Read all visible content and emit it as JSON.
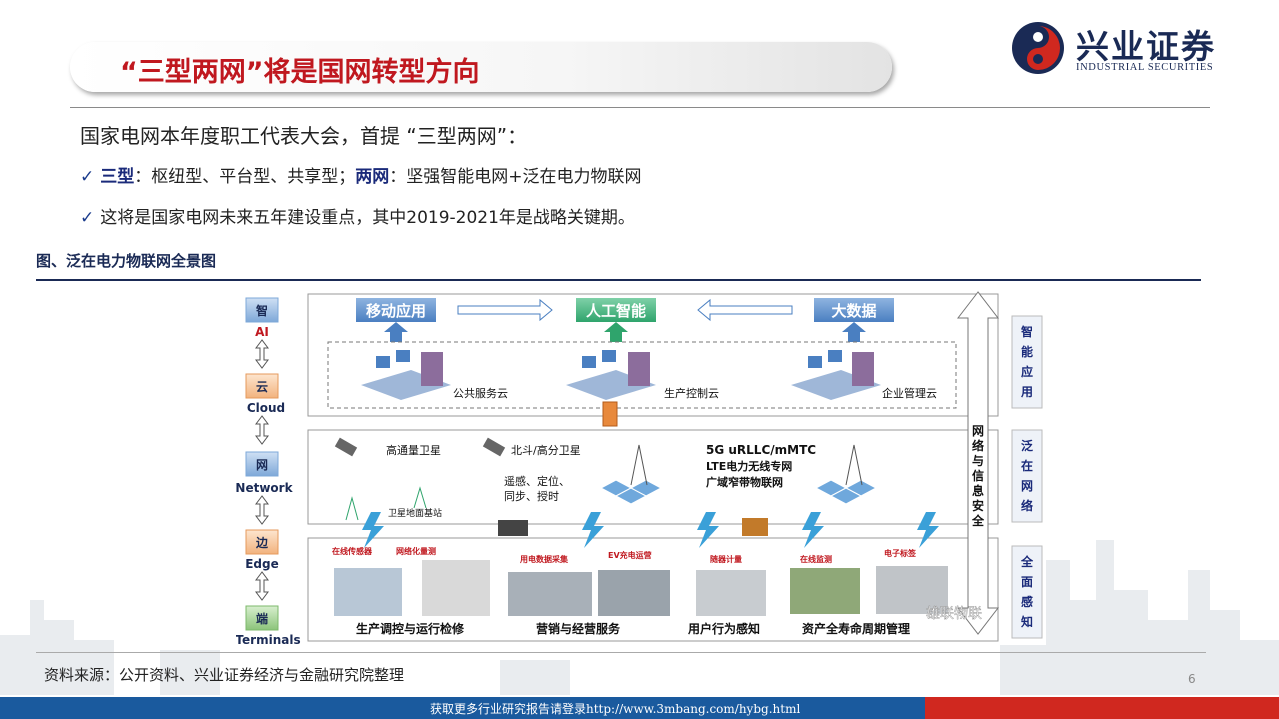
{
  "header": {
    "title": "“三型两网”将是国网转型方向",
    "logo_name": "兴业证券",
    "logo_en": "INDUSTRIAL SECURITIES"
  },
  "content": {
    "intro": "国家电网本年度职工代表大会，首提 “三型两网”：",
    "bullet1_label1": "三型",
    "bullet1_text1": "：枢纽型、平台型、共享型；",
    "bullet1_label2": "两网",
    "bullet1_text2": "：坚强智能电网+泛在电力物联网",
    "bullet2_text": "这将是国家电网未来五年建设重点，其中2019-2021年是战略关键期。",
    "check_glyph": "✓"
  },
  "figure": {
    "caption": "图、泛在电力物联网全景图",
    "left_layers": [
      {
        "cn": "智",
        "en": "AI"
      },
      {
        "cn": "云",
        "en": "Cloud"
      },
      {
        "cn": "网",
        "en": "Network"
      },
      {
        "cn": "边",
        "en": "Edge"
      },
      {
        "cn": "端",
        "en": "Terminals"
      }
    ],
    "right_labels": [
      "智能应用",
      "泛在网络",
      "全面感知"
    ],
    "security_label": "网络与信息安全",
    "top_apps": [
      "移动应用",
      "人工智能",
      "大数据"
    ],
    "clouds": [
      "公共服务云",
      "生产控制云",
      "企业管理云"
    ],
    "network": {
      "sat1": "高通量卫星",
      "sat2": "北斗/高分卫星",
      "sat2_desc1": "遥感、定位、",
      "sat2_desc2": "同步、授时",
      "ground": "卫星地面基站",
      "wireless1": "5G uRLLC/mMTC",
      "wireless2": "LTE电力无线专网",
      "wireless3": "广域窄带物联网"
    },
    "terminals_tags": [
      "在线传感器",
      "网络化量测",
      "用电数据采集",
      "EV充电运营",
      "随器计量",
      "在线监测",
      "电子标签"
    ],
    "bottom_groups": [
      "生产调控与运行检修",
      "营销与经营服务",
      "用户行为感知",
      "资产全寿命周期管理"
    ],
    "watermark": "雄联物联"
  },
  "footer": {
    "source": "资料来源：公开资料、兴业证券经济与金融研究院整理",
    "page": "6",
    "link_text": "获取更多行业研究报告请登录http://www.3mbang.com/hybg.html"
  },
  "colors": {
    "title_red": "#c0181f",
    "brand_navy": "#1a2a55",
    "footer_blue": "#1a5a9e",
    "footer_red": "#d0281f"
  }
}
